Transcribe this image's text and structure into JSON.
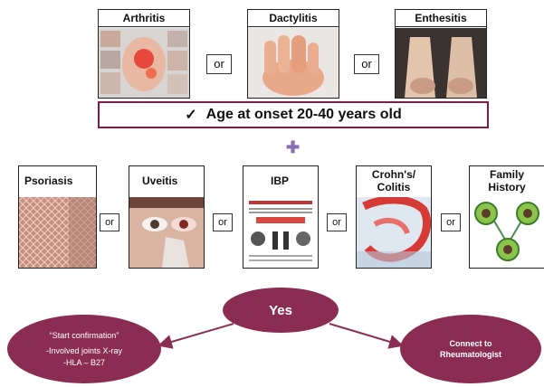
{
  "top_row": {
    "arthritis": "Arthritis",
    "dactylitis": "Dactylitis",
    "enthesitis": "Enthesitis",
    "or": "or"
  },
  "age_box": {
    "check": "✓",
    "text": "Age at onset 20-40 years old"
  },
  "plus": "✚",
  "second_row": {
    "psoriasis": "Psoriasis",
    "uveitis": "Uveitis",
    "ibp": "IBP",
    "crohns_line1": "Crohn's/",
    "crohns_line2": "Colitis",
    "family_line1": "Family",
    "family_line2": "History",
    "or": "or"
  },
  "flow": {
    "yes": "Yes",
    "left_title": "“Start confirmation”",
    "left_line1": "-Involved joints X-ray",
    "left_line2": "-HLA – B27",
    "right_line1": "Connect to",
    "right_line2": "Rheumatologist"
  },
  "colors": {
    "oval": "#8b2d52",
    "age_border": "#7a1f45",
    "plus": "#8a6fb7"
  }
}
